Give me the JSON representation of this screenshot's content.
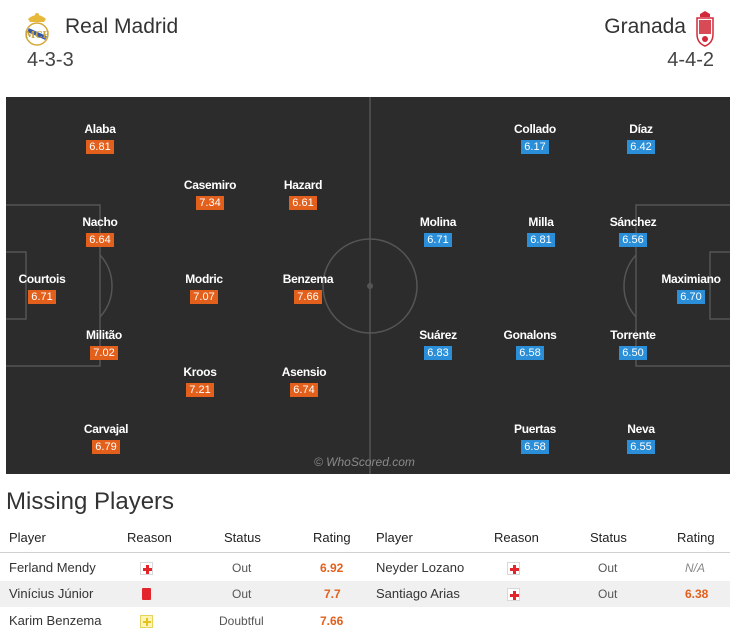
{
  "home": {
    "name": "Real Madrid",
    "formation": "4-3-3",
    "crest_icon": "real-madrid-crest",
    "rating_color": "#e2601c",
    "players": [
      {
        "name": "Alaba",
        "rating": "6.81"
      },
      {
        "name": "Casemiro",
        "rating": "7.34"
      },
      {
        "name": "Hazard",
        "rating": "6.61"
      },
      {
        "name": "Nacho",
        "rating": "6.64"
      },
      {
        "name": "Courtois",
        "rating": "6.71"
      },
      {
        "name": "Modric",
        "rating": "7.07"
      },
      {
        "name": "Benzema",
        "rating": "7.66"
      },
      {
        "name": "Militão",
        "rating": "7.02"
      },
      {
        "name": "Kroos",
        "rating": "7.21"
      },
      {
        "name": "Asensio",
        "rating": "6.74"
      },
      {
        "name": "Carvajal",
        "rating": "6.79"
      }
    ]
  },
  "away": {
    "name": "Granada",
    "formation": "4-4-2",
    "crest_icon": "granada-crest",
    "rating_color": "#2a8fd8",
    "players": [
      {
        "name": "Collado",
        "rating": "6.17"
      },
      {
        "name": "Díaz",
        "rating": "6.42"
      },
      {
        "name": "Molina",
        "rating": "6.71"
      },
      {
        "name": "Milla",
        "rating": "6.81"
      },
      {
        "name": "Sánchez",
        "rating": "6.56"
      },
      {
        "name": "Maximiano",
        "rating": "6.70"
      },
      {
        "name": "Suárez",
        "rating": "6.83"
      },
      {
        "name": "Gonalons",
        "rating": "6.58"
      },
      {
        "name": "Torrente",
        "rating": "6.50"
      },
      {
        "name": "Puertas",
        "rating": "6.58"
      },
      {
        "name": "Neva",
        "rating": "6.55"
      }
    ]
  },
  "pitch": {
    "watermark": "© WhoScored.com",
    "background_color": "#2c2c2c"
  },
  "missing": {
    "title": "Missing Players",
    "headers": {
      "player": "Player",
      "reason": "Reason",
      "status": "Status",
      "rating": "Rating"
    },
    "home": [
      {
        "player": "Ferland Mendy",
        "reason_icon": "injury-icon",
        "status": "Out",
        "rating": "6.92"
      },
      {
        "player": "Vinícius Júnior",
        "reason_icon": "red-card-icon",
        "status": "Out",
        "rating": "7.7"
      },
      {
        "player": "Karim Benzema",
        "reason_icon": "doubtful-icon",
        "status": "Doubtful",
        "rating": "7.66"
      }
    ],
    "away": [
      {
        "player": "Neyder Lozano",
        "reason_icon": "injury-icon",
        "status": "Out",
        "rating": "N/A"
      },
      {
        "player": "Santiago Arias",
        "reason_icon": "injury-icon",
        "status": "Out",
        "rating": "6.38"
      }
    ]
  }
}
